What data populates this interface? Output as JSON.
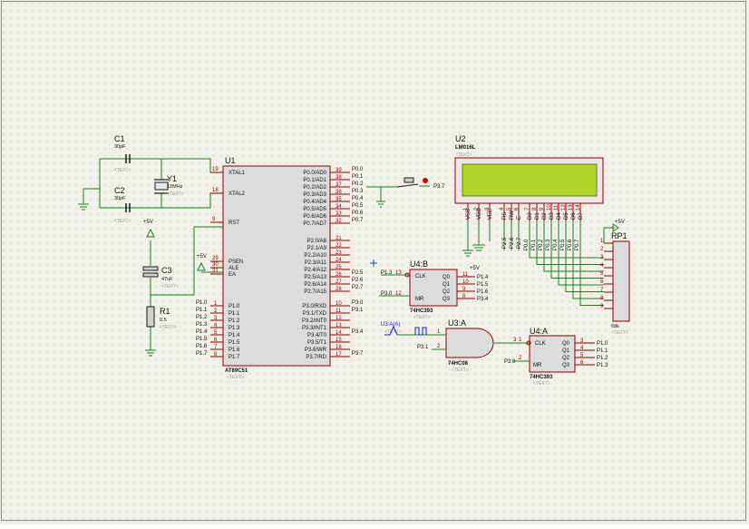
{
  "schematic": {
    "u1": {
      "ref": "U1",
      "part": "AT89C51",
      "text": "<TEXT>",
      "left_pins": [
        {
          "name": "XTAL1",
          "num": "19"
        },
        {
          "name": "XTAL2",
          "num": "18"
        },
        {
          "name": "RST",
          "num": "9"
        },
        {
          "name": "PSEN",
          "num": "29"
        },
        {
          "name": "ALE",
          "num": "30"
        },
        {
          "name": "EA",
          "num": "31"
        }
      ],
      "p1_pins": [
        "P1.0",
        "P1.1",
        "P1.2",
        "P1.3",
        "P1.4",
        "P1.5",
        "P1.6",
        "P1.7"
      ],
      "p1_nums": [
        "1",
        "2",
        "3",
        "4",
        "5",
        "6",
        "7",
        "8"
      ],
      "p0_pins": [
        "P0.0/AD0",
        "P0.1/AD1",
        "P0.2/AD2",
        "P0.3/AD3",
        "P0.4/AD4",
        "P0.5/AD5",
        "P0.6/AD6",
        "P0.7/AD7"
      ],
      "p0_nums": [
        "39",
        "38",
        "37",
        "36",
        "35",
        "34",
        "33",
        "32"
      ],
      "p2_pins": [
        "P2.0/A8",
        "P2.1/A9",
        "P2.2/A10",
        "P2.3/A11",
        "P2.4/A12",
        "P2.5/A13",
        "P2.6/A14",
        "P2.7/A15"
      ],
      "p2_nums": [
        "21",
        "22",
        "23",
        "24",
        "25",
        "26",
        "27",
        "28"
      ],
      "p3_pins": [
        "P3.0/RXD",
        "P3.1/TXD",
        "P3.2/INT0",
        "P3.3/INT1",
        "P3.4/T0",
        "P3.5/T1",
        "P3.6/WR",
        "P3.7/RD"
      ],
      "p3_nums": [
        "10",
        "11",
        "12",
        "13",
        "14",
        "15",
        "16",
        "17"
      ]
    },
    "p0_labels": [
      "P0.0",
      "P0.1",
      "P0.2",
      "P0.3",
      "P0.4",
      "P0.5",
      "P0.6",
      "P0.7"
    ],
    "p1_labels": [
      "P1.0",
      "P1.1",
      "P1.2",
      "P1.3",
      "P1.4",
      "P1.5",
      "P1.6",
      "P1.7"
    ],
    "p2_labels": [
      "P2.5",
      "P2.6",
      "P2.7"
    ],
    "p3_labels": [
      "P3.0",
      "P3.1",
      "P3.4",
      "P3.7"
    ],
    "c1": {
      "ref": "C1",
      "value": "30pF",
      "text": "<TEXT>"
    },
    "c2": {
      "ref": "C2",
      "value": "30pF",
      "text": "<TEXT>"
    },
    "y1": {
      "ref": "Y1",
      "value": "12MHz",
      "text": "<TEXT>"
    },
    "c3": {
      "ref": "C3",
      "value": "47uF",
      "text": "<TEXT>"
    },
    "r1": {
      "ref": "R1",
      "value": "0.5",
      "text": "<TEXT>"
    },
    "vcc": "+5V",
    "switch_label": "P3.7",
    "u2": {
      "ref": "U2",
      "part": "LM016L",
      "text": "<TEXT>",
      "pins": [
        "VSS",
        "VDD",
        "VEE",
        "RS",
        "RW",
        "E",
        "D0",
        "D1",
        "D2",
        "D3",
        "D4",
        "D5",
        "D6",
        "D7"
      ],
      "nums": [
        "1",
        "2",
        "3",
        "4",
        "5",
        "6",
        "7",
        "8",
        "9",
        "10",
        "11",
        "12",
        "13",
        "14"
      ],
      "ctrl_labels": [
        "P2.5",
        "P2.6",
        "P2.7"
      ],
      "data_labels": [
        "P0.0",
        "P0.1",
        "P0.2",
        "P0.3",
        "P0.4",
        "P0.5",
        "P0.6",
        "P0.7"
      ]
    },
    "rp1": {
      "ref": "RP1",
      "value": "68k",
      "text": "<TEXT>",
      "nums": [
        "1",
        "2",
        "3",
        "4",
        "5",
        "6",
        "7",
        "8",
        "9"
      ]
    },
    "u4b": {
      "ref": "U4:B",
      "part": "74HC393",
      "text": "<TEXT>",
      "clk": "CLK",
      "mr": "MR",
      "outs": [
        "Q0",
        "Q1",
        "Q2",
        "Q3"
      ],
      "in_nums": [
        "13",
        "12"
      ],
      "out_nums": [
        "11",
        "10",
        "9",
        "8"
      ],
      "in_labels": [
        "P1.3",
        "P3.0"
      ],
      "out_labels": [
        "P1.4",
        "P1.5",
        "P1.6",
        "P3.4"
      ]
    },
    "u3a": {
      "ref": "U3:A",
      "part": "74HC08",
      "text": "<TEXT>",
      "in_nums": [
        "1",
        "2"
      ],
      "out_num": "3",
      "in_label": "P3.1"
    },
    "u4a": {
      "ref": "U4:A",
      "part": "74HC393",
      "text": "<TEXT>",
      "clk": "CLK",
      "mr": "MR",
      "outs": [
        "Q0",
        "Q1",
        "Q2",
        "Q3"
      ],
      "in_nums": [
        "1",
        "2"
      ],
      "out_nums": [
        "3",
        "4",
        "5",
        "6"
      ],
      "in_label": "P3.0",
      "out_labels": [
        "P1.0",
        "P1.1",
        "P1.2",
        "P1.3"
      ]
    },
    "clock_gen": {
      "ref": "U3:A(A)",
      "text": "<TEXT>"
    },
    "colors": {
      "wire": "#1f7a1f",
      "body": "#8b0000",
      "lcd": "#b4d42a",
      "grid": "#b0b0b0"
    }
  }
}
